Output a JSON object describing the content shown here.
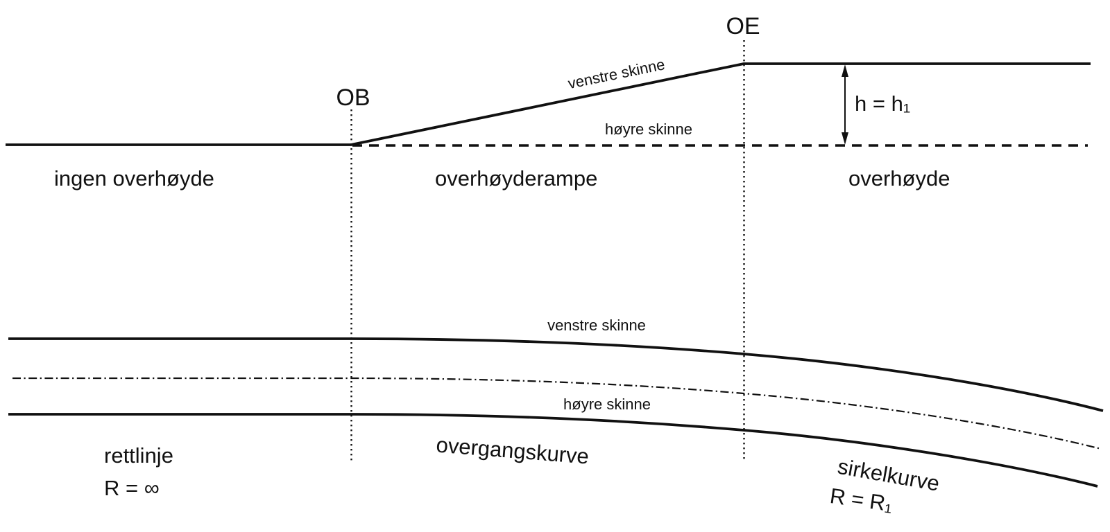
{
  "colors": {
    "ink": "#111111",
    "background": "#ffffff"
  },
  "profile": {
    "point_ob": "OB",
    "point_oe": "OE",
    "left_rail_label": "venstre skinne",
    "right_rail_label": "høyre skinne",
    "height_label": "h = h₁",
    "zone_left": "ingen overhøyde",
    "zone_middle": "overhøyderampe",
    "zone_right": "overhøyde"
  },
  "plan": {
    "left_rail_label": "venstre skinne",
    "right_rail_label": "høyre skinne",
    "zone_straight": "rettlinje",
    "zone_straight_radius": "R = ∞",
    "zone_transition": "overgangskurve",
    "zone_circular": "sirkelkurve",
    "zone_circular_radius": "R = R₁"
  }
}
